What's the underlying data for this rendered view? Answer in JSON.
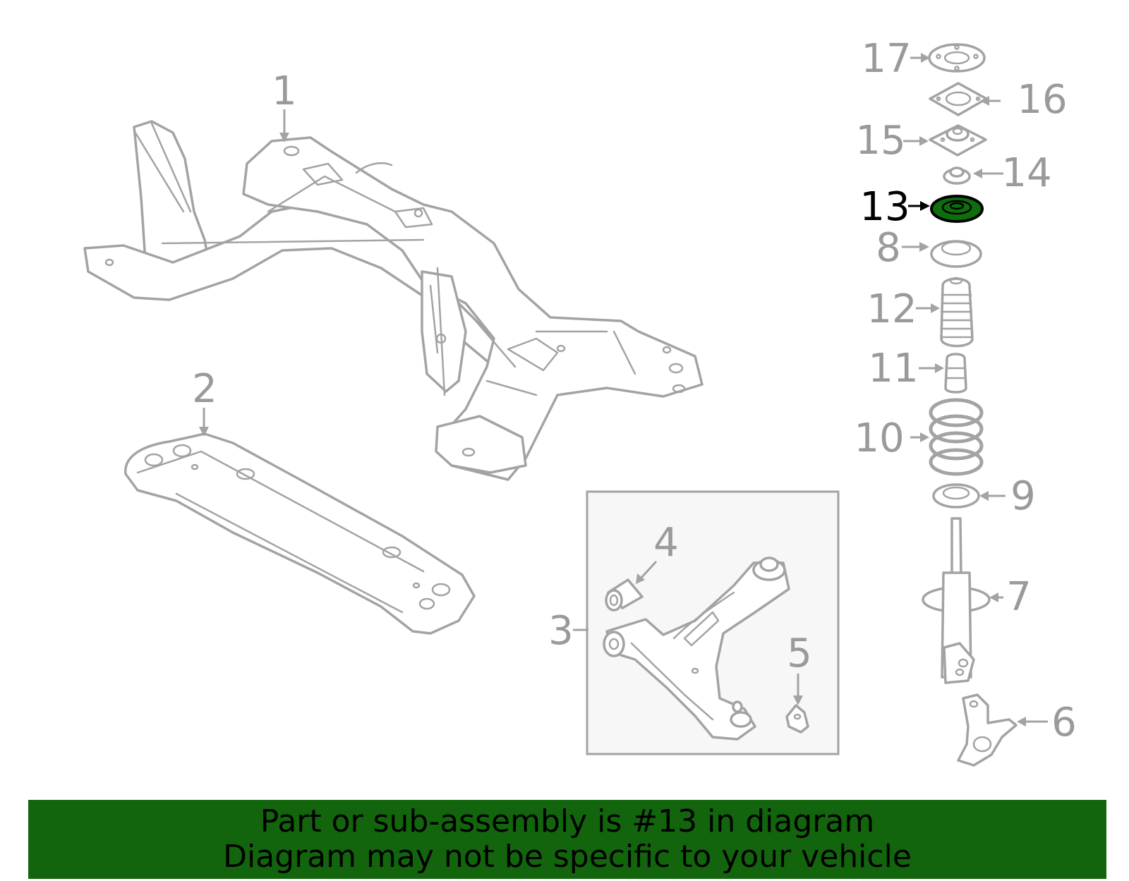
{
  "callouts": {
    "c1": "1",
    "c2": "2",
    "c3": "3",
    "c4": "4",
    "c5": "5",
    "c6": "6",
    "c7": "7",
    "c8": "8",
    "c9": "9",
    "c10": "10",
    "c11": "11",
    "c12": "12",
    "c13": "13",
    "c14": "14",
    "c15": "15",
    "c16": "16",
    "c17": "17"
  },
  "highlighted_part": "13",
  "banner": {
    "line1": "Part or sub-assembly is #13 in diagram",
    "line2": "Diagram may not be specific to your vehicle"
  },
  "colors": {
    "line_art": "#a3a3a3",
    "highlight_fill": "#0f6e0c",
    "banner_bg": "#12650c",
    "banner_text": "#000000"
  }
}
